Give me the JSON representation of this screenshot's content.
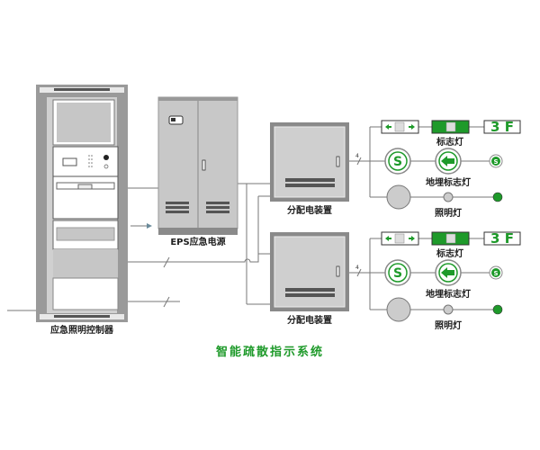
{
  "diagram": {
    "title": "智能疏散指示系统",
    "controller": {
      "label": "应急照明控制器"
    },
    "eps": {
      "label": "EPS应急电源"
    },
    "distribution_boxes": [
      {
        "label": "分配电装置",
        "line_mark": "4/"
      },
      {
        "label": "分配电装置",
        "line_mark": "4/"
      }
    ],
    "branches": [
      {
        "sign_light_label": "标志灯",
        "floor_sign_text": "3 F",
        "buried_light_label": "地埋标志灯",
        "lighting_label": "照明灯"
      },
      {
        "sign_light_label": "标志灯",
        "floor_sign_text": "3 F",
        "buried_light_label": "地埋标志灯",
        "lighting_label": "照明灯"
      }
    ],
    "colors": {
      "accent_green": "#1e9a2a",
      "cabinet_gray": "#c8c8c8",
      "frame_gray": "#8a8a8a"
    }
  }
}
